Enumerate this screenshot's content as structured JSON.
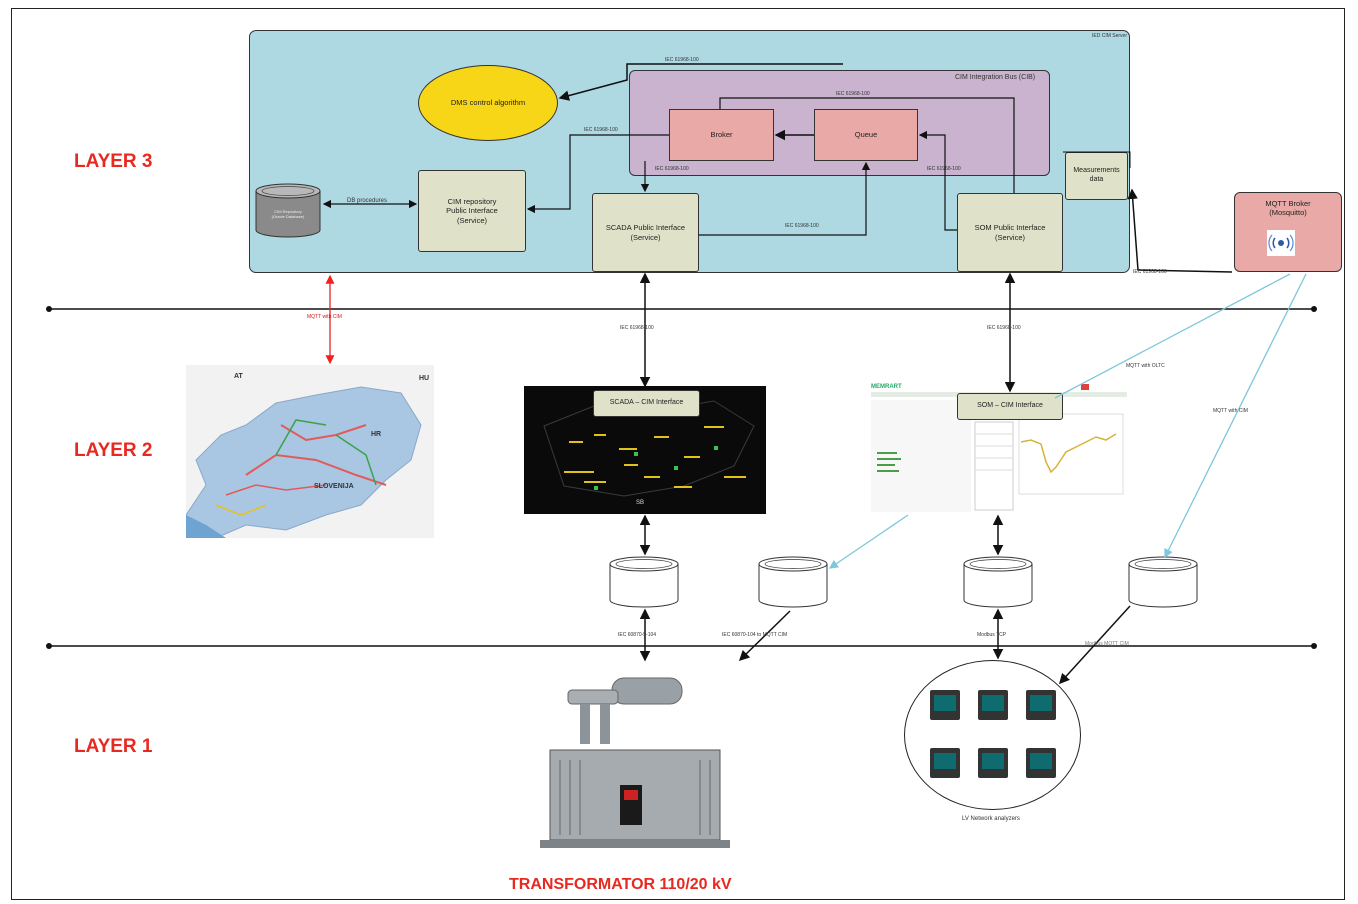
{
  "layers": {
    "layer3": "LAYER 3",
    "layer2": "LAYER 2",
    "layer1": "LAYER 1"
  },
  "layer3": {
    "panel_corner_label": "IED CIM Server",
    "cib_title": "CIM Integration Bus (CIB)",
    "dms_algorithm": "DMS control algorithm",
    "broker": "Broker",
    "queue": "Queue",
    "cim_repository_db": "CIM Repository\n(Oracle Database)",
    "cim_repository_interface": "CIM repository\nPublic Interface\n(Service)",
    "scada_public_interface": "SCADA Public Interface\n(Service)",
    "som_public_interface": "SOM Public Interface\n(Service)",
    "measurements_data": "Measurements\ndata",
    "mqtt_broker": "MQTT Broker\n(Mosquitto)"
  },
  "layer2": {
    "map_labels": {
      "at": "AT",
      "hu": "HU",
      "hr": "HR",
      "slovenia": "SLOVENIJA"
    },
    "scada_cim_interface": "SCADA – CIM Interface",
    "scada_screen_tag": "SB",
    "som_cim_interface": "SOM – CIM Interface",
    "som_brand": "MEMRART"
  },
  "layer1": {
    "transformer_title": "TRANSFORMATOR 110/20 kV",
    "network_analyzers": "LV Network analyzers"
  },
  "connectors": {
    "iec_top": "IEC 61968-100",
    "iec_cib_inner": "IEC 61968-100",
    "iec_broker_left": "IEC 61968-100",
    "iec_broker_down": "IEC 61968-100",
    "iec_queue_down": "IEC 61968-100",
    "db_procedures": "DB procedures",
    "iec_scada_som": "IEC 61968-100",
    "iec_mqtt_link": "IEC 61968-100",
    "mqtt_with_cim_left": "MQTT with CIM",
    "iec_scada_layer": "IEC 61968-100",
    "iec_som_layer": "IEC 61968-100",
    "mqtt_with_oltc": "MQTT with OLTC",
    "mqtt_with_cim_right": "MQTT with CIM",
    "iec_60870_5_104": "IEC 60870-5-104",
    "iec_60870_mqtt": "IEC 60870-104 to MQTT CIM",
    "modbus_tcp": "Modbus TCP",
    "modbus_mqtt": "Modbus MQTT CIM"
  },
  "colors": {
    "layer_label": "#e8291f",
    "layer3_panel": "#aed9e3",
    "cib_bus": "#c9b3cf",
    "broker_queue": "#e9a9a6",
    "service_box": "#dfe2c8",
    "dms_ellipse": "#f7d617",
    "mqtt_broker": "#e9a9a6",
    "mqtt_link": "#7cc7dc"
  }
}
